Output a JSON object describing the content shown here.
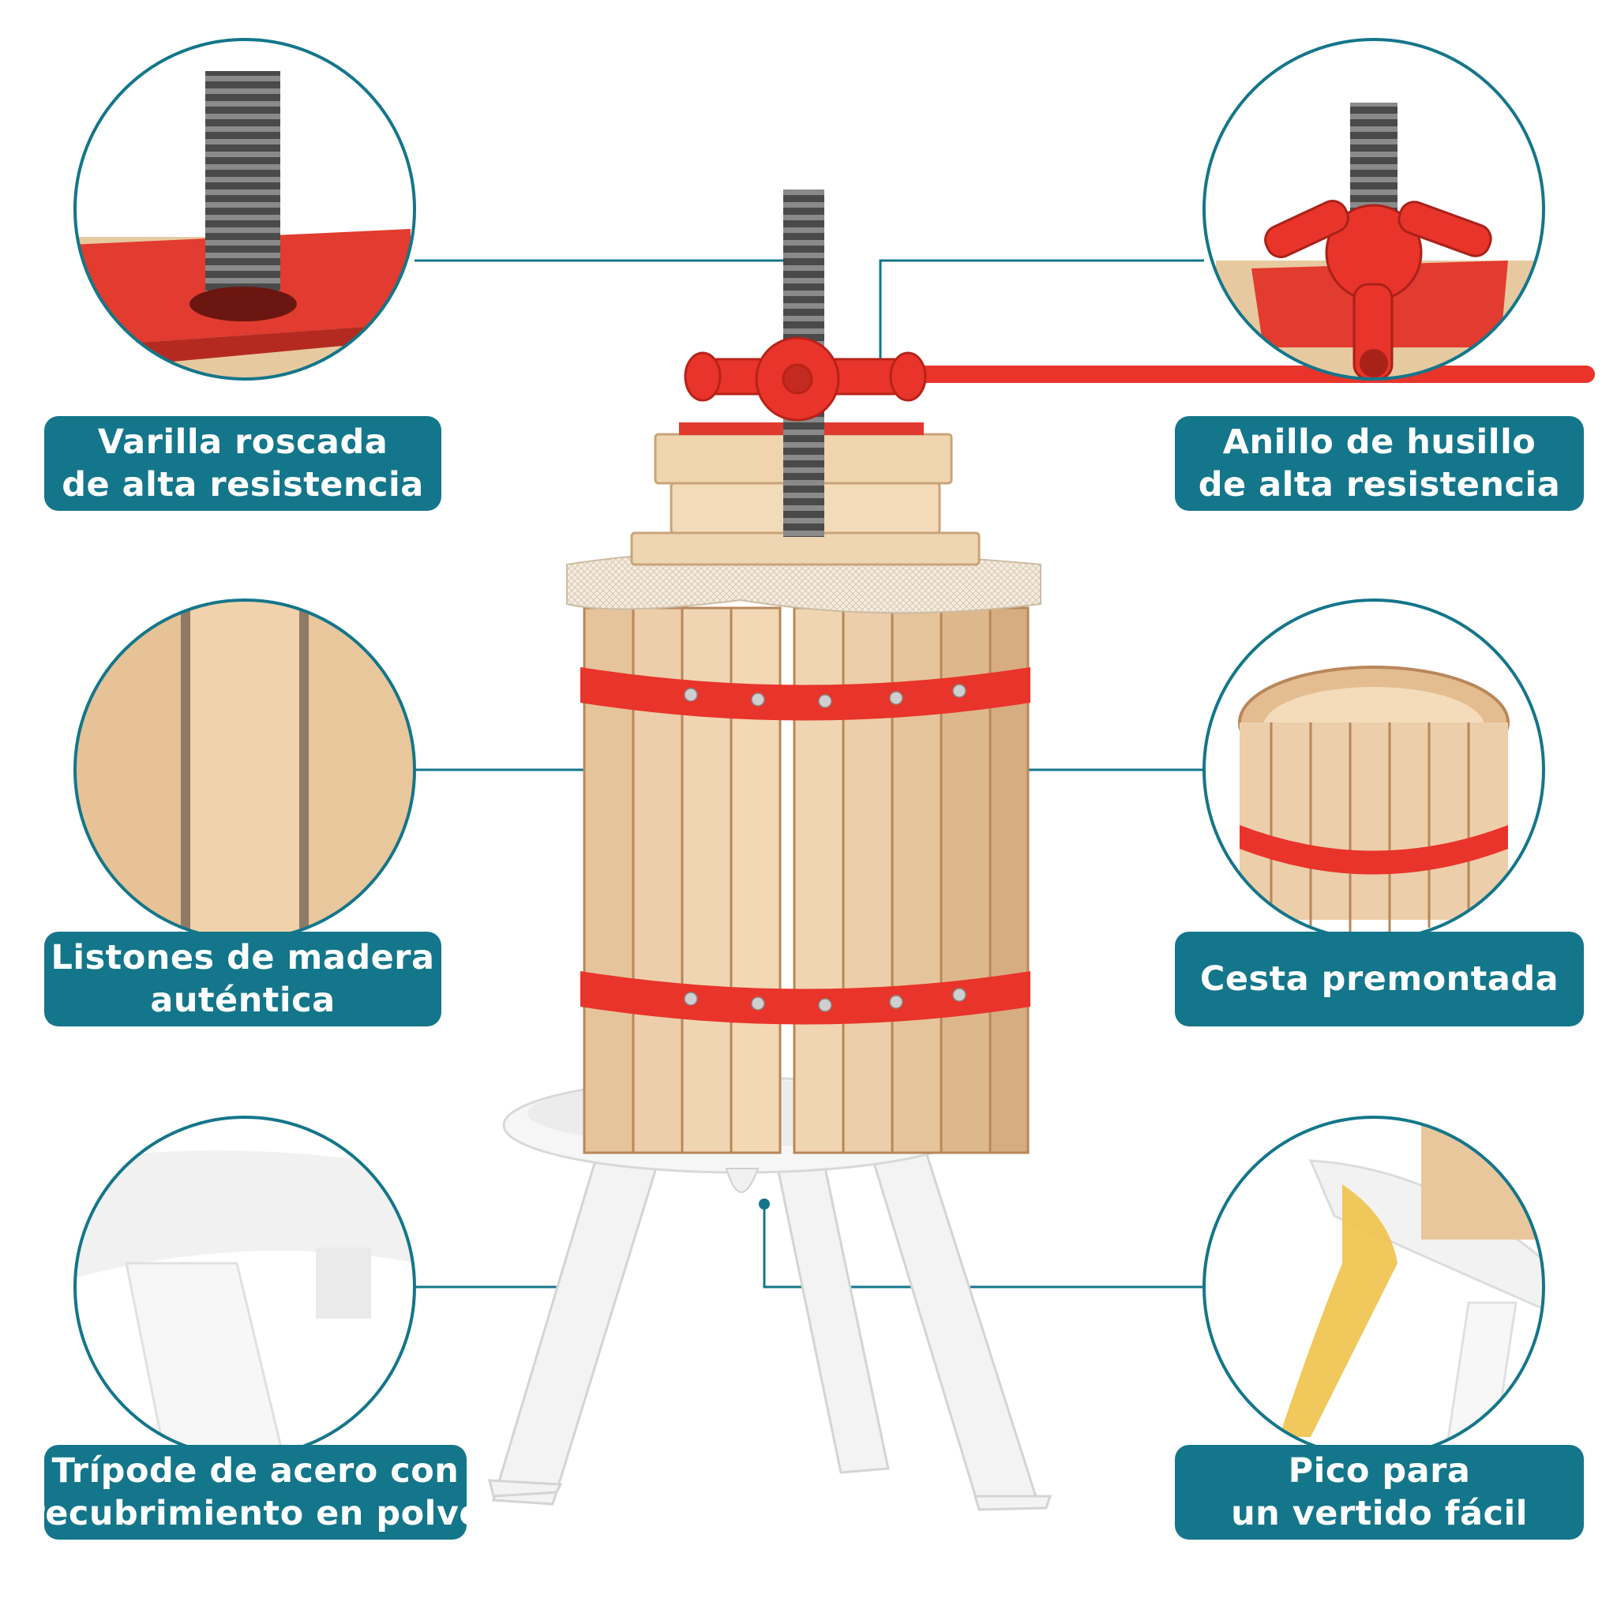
{
  "colors": {
    "label_bg": "#14768a",
    "label_text": "#ffffff",
    "accent_red": "#e8342a",
    "wood": "#e9c9a0",
    "steel": "#555555",
    "stand": "#f4f4f4"
  },
  "features": [
    {
      "id": "rod",
      "lines": [
        "Varilla roscada",
        "de alta resistencia"
      ]
    },
    {
      "id": "ring",
      "lines": [
        "Anillo de husillo",
        "de alta resistencia"
      ]
    },
    {
      "id": "slats",
      "lines": [
        "Listones de madera",
        "auténtica"
      ]
    },
    {
      "id": "basket",
      "lines": [
        "Cesta premontada"
      ]
    },
    {
      "id": "tripod",
      "lines": [
        "Trípode de acero con",
        "recubrimiento en polvo"
      ]
    },
    {
      "id": "spout",
      "lines": [
        "Pico para",
        "un vertido fácil"
      ]
    }
  ]
}
